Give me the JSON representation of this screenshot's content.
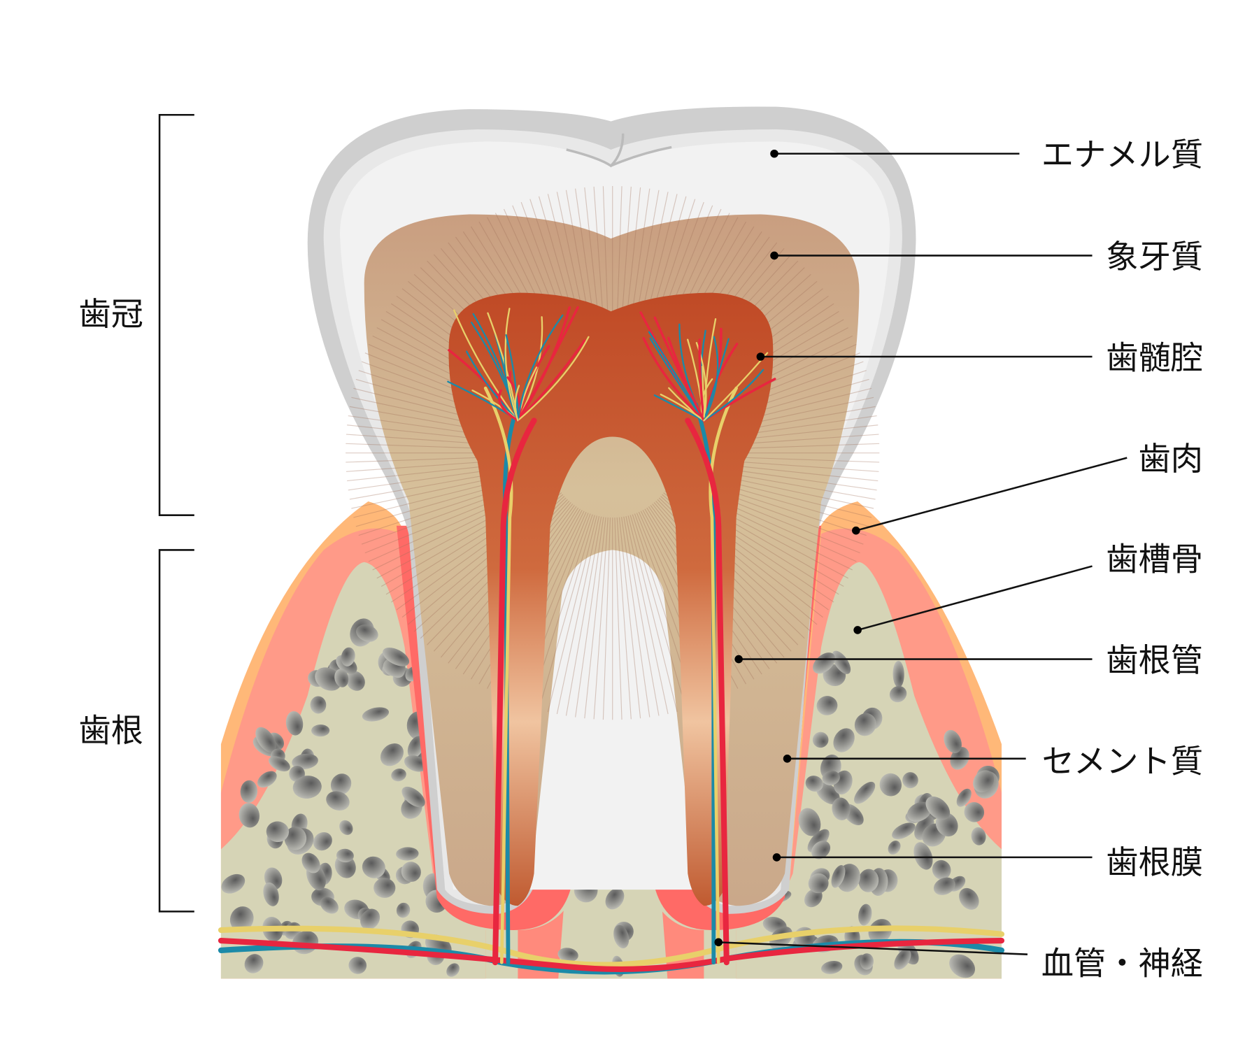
{
  "title": "歯の構造",
  "groups": {
    "crown": "歯冠",
    "root": "歯根"
  },
  "labels": {
    "enamel": "エナメル質",
    "dentin": "象牙質",
    "pulp_chamber": "歯髄腔",
    "gingiva": "歯肉",
    "alveolar_bone": "歯槽骨",
    "root_canal": "歯根管",
    "cementum": "セメント質",
    "periodontal_ligament": "歯根膜",
    "vessels_nerves": "血管・神経"
  },
  "colors": {
    "enamel": "#f2f2f2",
    "enamel_edge": "#cfcfcf",
    "dentin": "#c9a585",
    "pulp": "#c2532c",
    "gum": "#ff8f80",
    "gum_outer": "#ffb878",
    "bone": "#d6d4b6",
    "artery": "#e8263f",
    "vein": "#1b8aa8",
    "nerve": "#e8d06a"
  }
}
